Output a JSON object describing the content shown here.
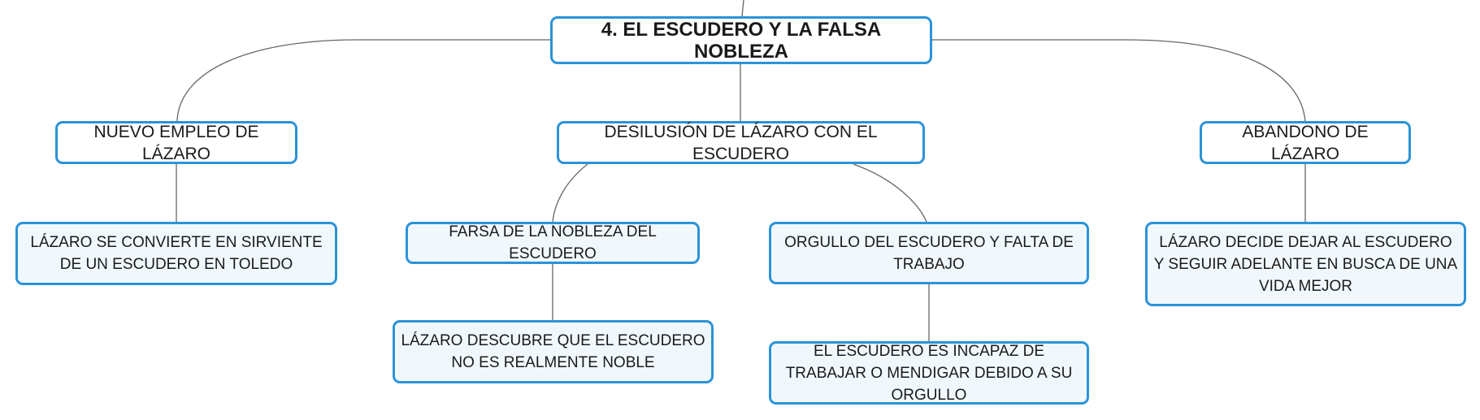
{
  "colors": {
    "border": "#2b93d9",
    "fill": "#f1f8fd",
    "connector": "#666666"
  },
  "root": {
    "label": "4. EL ESCUDERO Y LA FALSA NOBLEZA"
  },
  "branches": [
    {
      "label": "NUEVO EMPLEO DE LÁZARO",
      "children": [
        {
          "label": "LÁZARO SE CONVIERTE EN SIRVIENTE DE UN ESCUDERO EN TOLEDO"
        }
      ]
    },
    {
      "label": "DESILUSIÓN DE LÁZARO CON EL ESCUDERO",
      "children": [
        {
          "label": "FARSA DE LA NOBLEZA DEL ESCUDERO",
          "children": [
            {
              "label": "LÁZARO DESCUBRE QUE EL ESCUDERO NO ES REALMENTE NOBLE"
            }
          ]
        },
        {
          "label": "ORGULLO DEL ESCUDERO Y FALTA DE TRABAJO",
          "children": [
            {
              "label": "EL ESCUDERO ES INCAPAZ DE TRABAJAR O MENDIGAR DEBIDO A SU ORGULLO"
            }
          ]
        }
      ]
    },
    {
      "label": "ABANDONO DE LÁZARO",
      "children": [
        {
          "label": "LÁZARO DECIDE DEJAR AL ESCUDERO Y SEGUIR ADELANTE EN BUSCA DE UNA VIDA MEJOR"
        }
      ]
    }
  ]
}
